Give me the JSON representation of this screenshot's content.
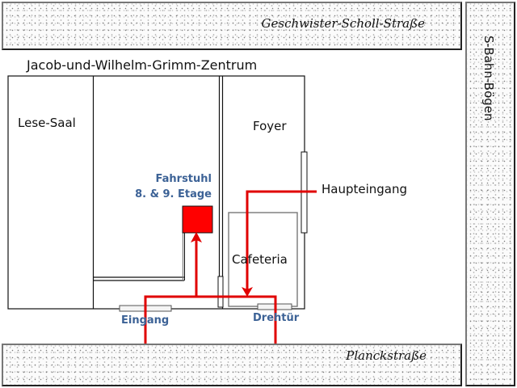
{
  "map": {
    "streets": {
      "north": "Geschwister-Scholl-Straße",
      "south": "Planckstraße",
      "east": "S-Bahn-Bögen"
    },
    "building_title": "Jacob-und-Wilhelm-Grimm-Zentrum",
    "rooms": {
      "reading_room": "Lese-Saal",
      "foyer": "Foyer",
      "cafeteria": "Cafeteria"
    },
    "elevator": {
      "line1": "Fahrstuhl",
      "line2": "8. & 9. Etage"
    },
    "entrances": {
      "main": "Haupteingang",
      "entrance": "Eingang",
      "revolving_door": "Drehtür"
    },
    "colors": {
      "route": "#e00000",
      "elevator": "#ff0000",
      "label_blue": "#3c6296"
    }
  }
}
